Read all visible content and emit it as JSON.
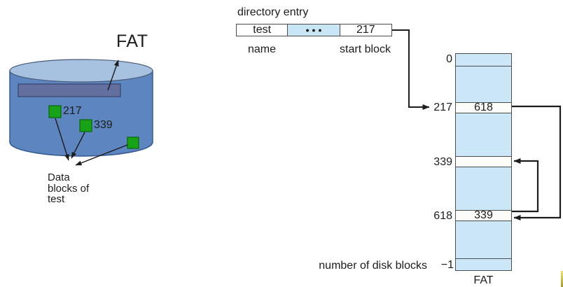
{
  "left": {
    "title": "FAT",
    "block_label_217": "217",
    "block_label_339": "339",
    "caption": "Data\nblocks of\ntest"
  },
  "directory": {
    "label": "directory entry",
    "cells": [
      "test",
      "•••",
      "217"
    ],
    "name_label": "name",
    "start_block_label": "start block"
  },
  "table": {
    "index_labels": [
      "0",
      "217",
      "339",
      "618",
      "−1"
    ],
    "values": [
      "618",
      "",
      "339"
    ],
    "count_label": "number of disk blocks",
    "caption": "FAT"
  },
  "colors": {
    "disk_body": "#5d86c0",
    "disk_top": "#a6c2e0",
    "fat_strip_on_disk": "#636f9f",
    "data_block_green": "#17a217",
    "table_blue": "#cce8f8",
    "cell_white": "#fcfcf9",
    "line_black": "#1c1c1c",
    "border_gray": "#4c4c4c"
  }
}
